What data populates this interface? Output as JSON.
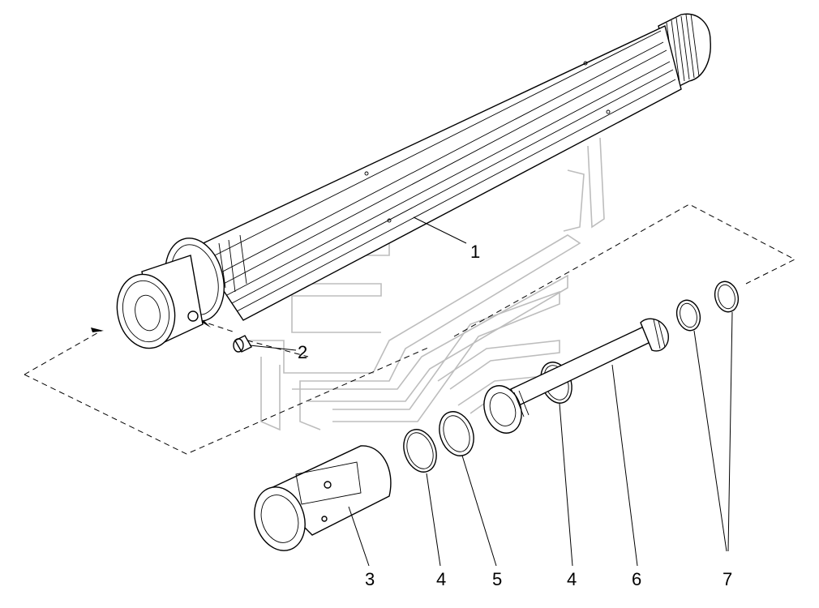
{
  "diagram": {
    "callouts": {
      "c1": "1",
      "c2": "2",
      "c3": "3",
      "c4a": "4",
      "c5": "5",
      "c4b": "4",
      "c6": "6",
      "c7": "7"
    },
    "icons": {
      "watermark": "logo-watermark-icon",
      "arrow": "arrow-head-icon"
    },
    "colors": {
      "ink": "#000000",
      "watermark": "#bdbdbd",
      "background": "#ffffff"
    }
  }
}
